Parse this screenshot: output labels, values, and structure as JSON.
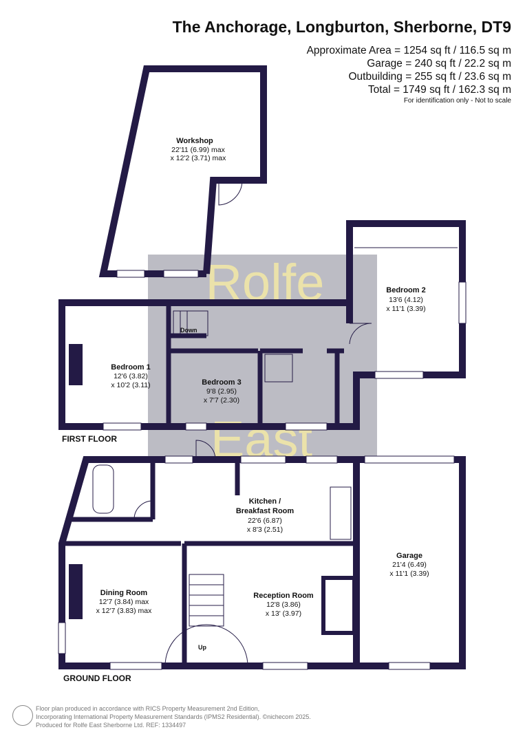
{
  "header": {
    "title": "The Anchorage, Longburton, Sherborne, DT9",
    "areas": [
      "Approximate Area = 1254 sq ft / 116.5 sq m",
      "Garage = 240 sq ft / 22.2 sq m",
      "Outbuilding = 255 sq ft / 23.6 sq m",
      "Total = 1749 sq ft / 162.3 sq m"
    ],
    "note": "For identification only - Not to scale"
  },
  "watermark": [
    "Rolfe",
    "East"
  ],
  "floors": {
    "first": "FIRST FLOOR",
    "ground": "GROUND FLOOR"
  },
  "rooms": {
    "workshop": {
      "name": "Workshop",
      "dim1": "22'11 (6.99) max",
      "dim2": "x 12'2 (3.71) max"
    },
    "bedroom2": {
      "name": "Bedroom 2",
      "dim1": "13'6 (4.12)",
      "dim2": "x 11'1 (3.39)"
    },
    "bedroom1": {
      "name": "Bedroom 1",
      "dim1": "12'6 (3.82)",
      "dim2": "x 10'2 (3.11)"
    },
    "bedroom3": {
      "name": "Bedroom 3",
      "dim1": "9'8 (2.95)",
      "dim2": "x 7'7 (2.30)"
    },
    "kitchen": {
      "name1": "Kitchen /",
      "name2": "Breakfast Room",
      "dim1": "22'6 (6.87)",
      "dim2": "x 8'3 (2.51)"
    },
    "garage": {
      "name": "Garage",
      "dim1": "21'4 (6.49)",
      "dim2": "x 11'1 (3.39)"
    },
    "dining": {
      "name": "Dining Room",
      "dim1": "12'7 (3.84) max",
      "dim2": "x 12'7 (3.83) max"
    },
    "reception": {
      "name": "Reception Room",
      "dim1": "12'8 (3.86)",
      "dim2": "x 13' (3.97)"
    }
  },
  "stairs": {
    "down": "Down",
    "up": "Up"
  },
  "footer": [
    "Floor plan produced in accordance with RICS Property Measurement 2nd Edition,",
    "Incorporating International Property Measurement Standards (IPMS2 Residential).   ©nichecom 2025.",
    "Produced for Rolfe East Sherborne Ltd.    REF: 1334497"
  ]
}
